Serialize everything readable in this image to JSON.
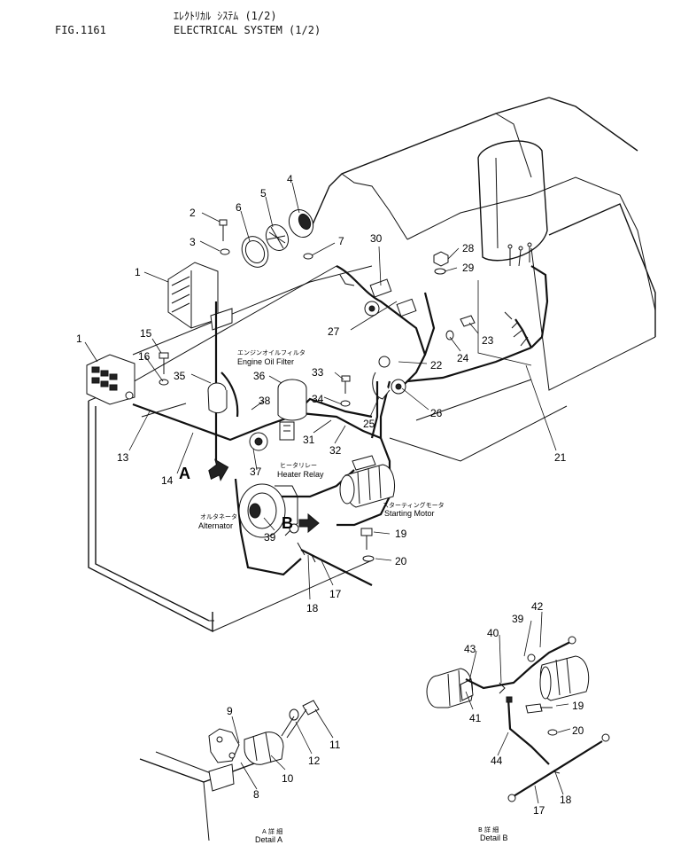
{
  "header": {
    "title_jp": "ｴﾚｸﾄﾘｶﾙ ｼｽﾃﾑ (1/2)",
    "fig_label": "FIG.1161",
    "title": "ELECTRICAL SYSTEM (1/2)"
  },
  "labels": {
    "oil_filter_jp": "エンジンオイルフィルタ",
    "oil_filter": "Engine Oil Filter",
    "heater_relay_jp": "ヒータリレー",
    "heater_relay": "Heater Relay",
    "starting_motor_jp": "スターティングモータ",
    "starting_motor": "Starting Motor",
    "alternator_jp": "オルタネータ",
    "alternator": "Alternator",
    "arrow_a": "A",
    "arrow_b": "B",
    "detail_a_jp": "A 詳 細",
    "detail_a": "Detail A",
    "detail_b_jp": "B 詳 細",
    "detail_b": "Detail B"
  },
  "callouts": {
    "c1a": "1",
    "c1b": "1",
    "c2": "2",
    "c3": "3",
    "c4": "4",
    "c5": "5",
    "c6": "6",
    "c7": "7",
    "c13": "13",
    "c14": "14",
    "c15": "15",
    "c16": "16",
    "c17": "17",
    "c18": "18",
    "c19": "19",
    "c20": "20",
    "c21": "21",
    "c22": "22",
    "c23": "23",
    "c24": "24",
    "c25": "25",
    "c26": "26",
    "c27": "27",
    "c28": "28",
    "c29": "29",
    "c30": "30",
    "c31": "31",
    "c32": "32",
    "c33": "33",
    "c34": "34",
    "c35": "35",
    "c36": "36",
    "c37": "37",
    "c38": "38",
    "c39": "39",
    "a8": "8",
    "a9": "9",
    "a10": "10",
    "a11": "11",
    "a12": "12",
    "b17": "17",
    "b18": "18",
    "b19": "19",
    "b20": "20",
    "b39": "39",
    "b40": "40",
    "b41": "41",
    "b42": "42",
    "b43": "43",
    "b44": "44"
  }
}
